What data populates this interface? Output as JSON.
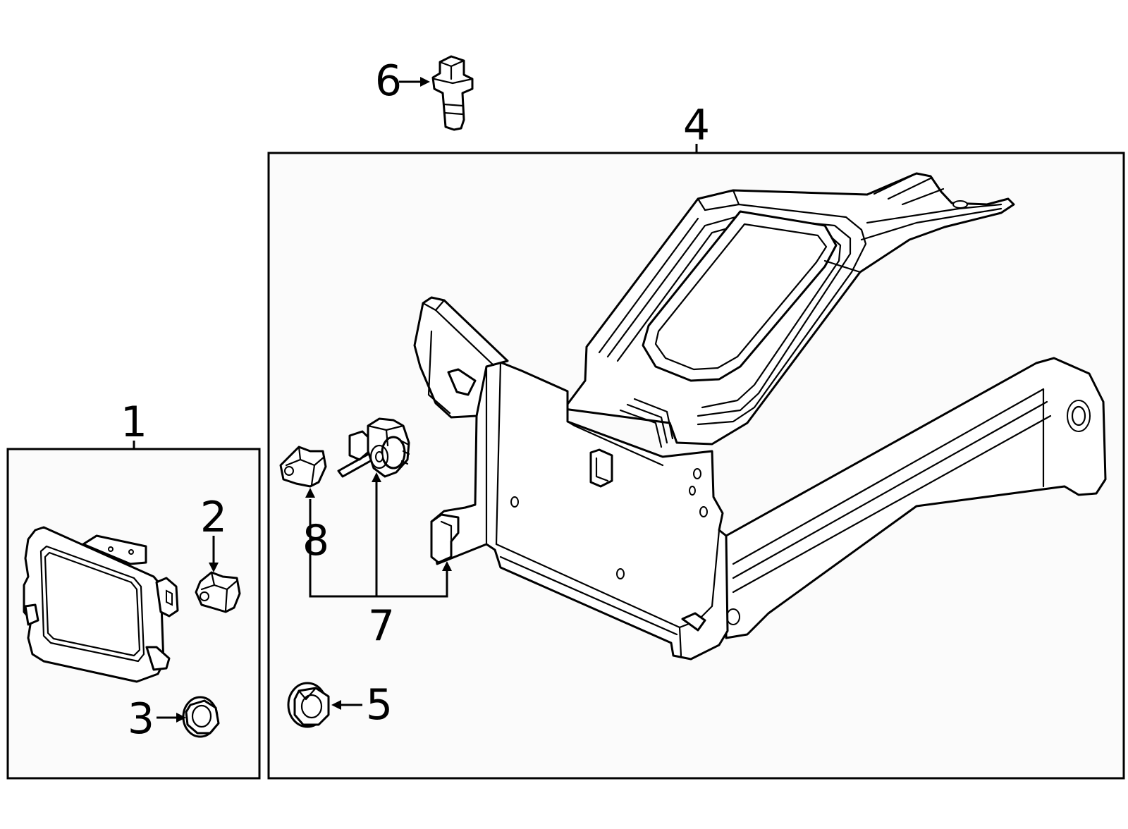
{
  "callouts": {
    "c1": "1",
    "c2": "2",
    "c3": "3",
    "c4": "4",
    "c5": "5",
    "c6": "6",
    "c7": "7",
    "c8": "8"
  },
  "colors": {
    "line": "#000000",
    "panel_fill": "#fbfbfb",
    "background": "#ffffff"
  }
}
